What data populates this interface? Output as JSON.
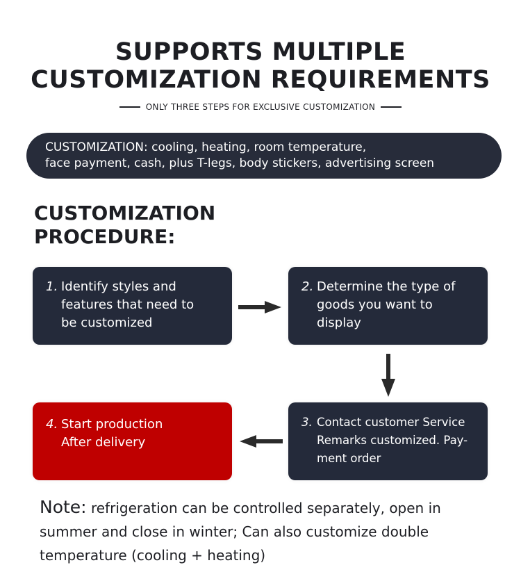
{
  "header": {
    "title_line1": "SUPPORTS MULTIPLE",
    "title_line2": "CUSTOMIZATION REQUIREMENTS",
    "subtitle": "ONLY THREE STEPS FOR EXCLUSIVE CUSTOMIZATION"
  },
  "banner": {
    "line1": "CUSTOMIZATION: cooling, heating, room temperature,",
    "line2": "face payment, cash, plus T-legs, body stickers, advertising screen"
  },
  "procedure": {
    "heading_line1": "CUSTOMIZATION",
    "heading_line2": "PROCEDURE:",
    "steps": [
      {
        "number": "1.",
        "text": "Identify styles and\nfeatures that need to\nbe customized"
      },
      {
        "number": "2.",
        "text": "Determine the type of\ngoods you want to\ndisplay"
      },
      {
        "number": "3.",
        "text": "Contact customer Service\nRemarks customized. Pay-\nment order"
      },
      {
        "number": "4.",
        "text": "Start production\nAfter delivery"
      }
    ],
    "colors": {
      "step_dark": "#242a3a",
      "step_highlight": "#bf0000",
      "arrow": "#2a2a2a"
    }
  },
  "note": {
    "label": "Note:",
    "text": " refrigeration can be controlled separately, open in summer and close in winter; Can also customize double temperature (cooling + heating)"
  }
}
